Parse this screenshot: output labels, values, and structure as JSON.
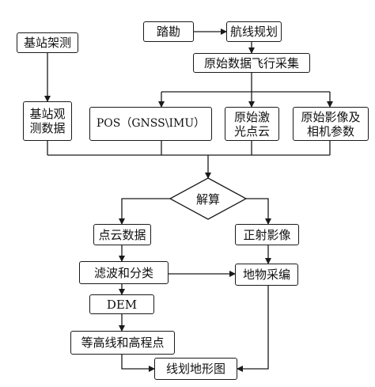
{
  "nodes": {
    "survey": "踏勘",
    "route_planning": "航线规划",
    "raw_data_flight": "原始数据飞行采集",
    "base_station_setup": "基站架测",
    "base_station_data_l1": "基站观",
    "base_station_data_l2": "测数据",
    "pos": "POS（GNSS\\IMU）",
    "raw_laser_l1": "原始激",
    "raw_laser_l2": "光点云",
    "raw_image_l1": "原始影像及",
    "raw_image_l2": "相机参数",
    "solve": "解算",
    "point_cloud": "点云数据",
    "ortho_image": "正射影像",
    "filter_classify": "滤波和分类",
    "feature_collect": "地物采编",
    "dem": "DEM",
    "contour_elev": "等高线和高程点",
    "line_map": "线划地形图"
  },
  "colors": {
    "stroke": "#1a1a1a",
    "fill": "#ffffff",
    "text": "#111111"
  }
}
